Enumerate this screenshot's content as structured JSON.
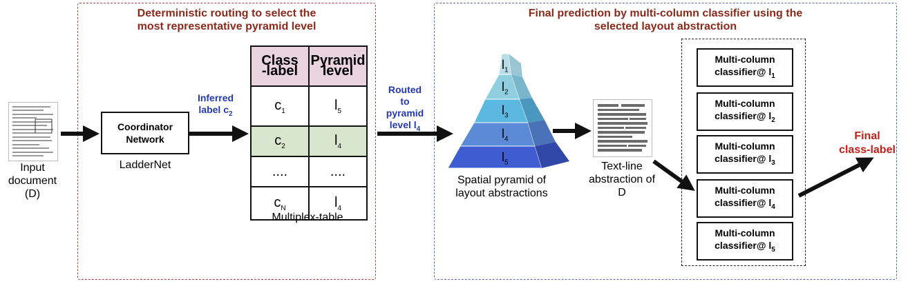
{
  "left_panel": {
    "title_line1": "Deterministic routing to select the",
    "title_line2": "most representative pyramid level"
  },
  "right_panel": {
    "title_line1": "Final prediction by multi-column classifier using the",
    "title_line2": "selected layout abstraction"
  },
  "input_doc": {
    "line1": "Input",
    "line2": "document",
    "line3": "(D)"
  },
  "coordinator": {
    "line1": "Coordinator",
    "line2": "Network",
    "caption": "LadderNet"
  },
  "inferred": {
    "line1": "Inferred",
    "line2": "label c",
    "sub": "2"
  },
  "table": {
    "header": {
      "col1_line1": "Class",
      "col1_line2": "-label",
      "col2_line1": "Pyramid",
      "col2_line2": "level"
    },
    "rows": [
      {
        "c": "c",
        "c_sub": "1",
        "l": "l",
        "l_sub": "5"
      },
      {
        "c": "c",
        "c_sub": "2",
        "l": "l",
        "l_sub": "4"
      },
      {
        "c": "....",
        "c_sub": "",
        "l": "....",
        "l_sub": ""
      },
      {
        "c": "c",
        "c_sub": "N",
        "l": "l",
        "l_sub": "4"
      }
    ],
    "caption": "Multiplex-table"
  },
  "routed": {
    "line1": "Routed",
    "line2": "to",
    "line3": "pyramid",
    "line4": "level l",
    "sub": "4"
  },
  "pyramid": {
    "levels": [
      {
        "l": "l",
        "sub": "1"
      },
      {
        "l": "l",
        "sub": "2"
      },
      {
        "l": "l",
        "sub": "3"
      },
      {
        "l": "l",
        "sub": "4"
      },
      {
        "l": "l",
        "sub": "5"
      }
    ],
    "caption_line1": "Spatial pyramid of",
    "caption_line2": "layout abstractions"
  },
  "textline": {
    "line1": "Text-line",
    "line2": "abstraction of",
    "line3": "D"
  },
  "classifiers": [
    {
      "line1": "Multi-column",
      "line2": "classifier@ l",
      "sub": "1"
    },
    {
      "line1": "Multi-column",
      "line2": "classifier@ l",
      "sub": "2"
    },
    {
      "line1": "Multi-column",
      "line2": "classifier@ l",
      "sub": "3"
    },
    {
      "line1": "Multi-column",
      "line2": "classifier@ l",
      "sub": "4"
    },
    {
      "line1": "Multi-column",
      "line2": "classifier@ l",
      "sub": "5"
    }
  ],
  "final": {
    "line1": "Final",
    "line2": "class-label"
  },
  "colors": {
    "title": "#8b2a1a",
    "blue_text": "#2438b0",
    "final_text": "#c0201a",
    "table_header": "#e9d4de",
    "table_highlight": "#d8e6cf",
    "pyramid_levels": [
      "#b8dde6",
      "#8fcfe0",
      "#5cb8e0",
      "#5b8ad6",
      "#3f5cd0"
    ]
  }
}
